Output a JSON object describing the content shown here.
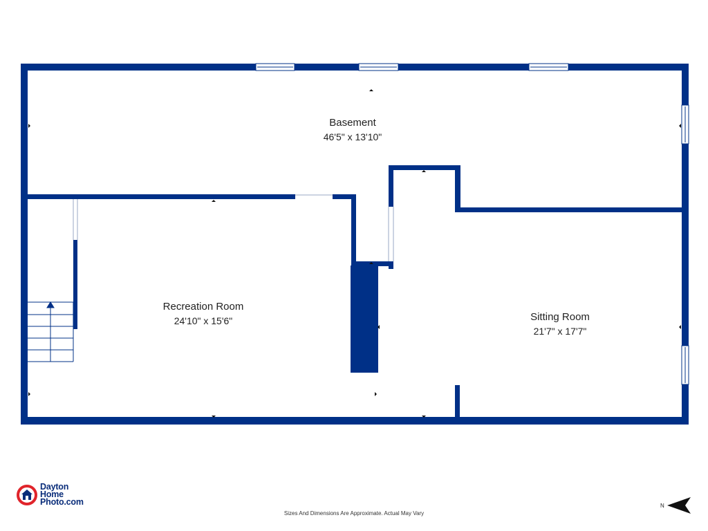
{
  "colors": {
    "wall": "#003087",
    "logo_red": "#e0242b",
    "logo_blue": "#0a2d7a"
  },
  "rooms": [
    {
      "name": "Basement",
      "dimensions": "46'5\" x 13'10\""
    },
    {
      "name": "Recreation Room",
      "dimensions": "24'10\" x 15'6\""
    },
    {
      "name": "Sitting Room",
      "dimensions": "21'7\" x 17'7\""
    }
  ],
  "logo": {
    "line1": "Dayton",
    "line2": "Home",
    "line3": "Photo.com",
    "icon": "house-camera-icon"
  },
  "disclaimer": "Sizes And Dimensions Are Approximate. Actual May Vary",
  "compass": {
    "letter": "N",
    "icon": "north-arrow-icon"
  }
}
